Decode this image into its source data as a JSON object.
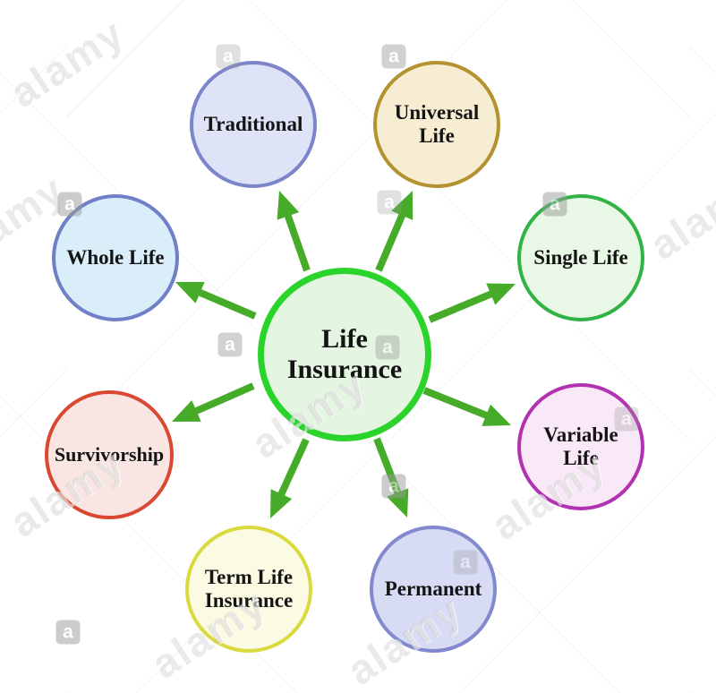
{
  "page": {
    "background": "#ffffff"
  },
  "diagram": {
    "title_node": {
      "id": "life-insurance",
      "label": "Life\nInsurance",
      "border_color": "#2bd42b",
      "fill_color": "#e4f5e2"
    },
    "nodes": [
      {
        "id": "traditional",
        "label": "Traditional",
        "border_color": "#7d85ca",
        "fill_color": "#dfe3f7"
      },
      {
        "id": "universal-life",
        "label": "Universal\nLife",
        "border_color": "#b3922f",
        "fill_color": "#f6edd3"
      },
      {
        "id": "single-life",
        "label": "Single Life",
        "border_color": "#2fb344",
        "fill_color": "#e9f7e6"
      },
      {
        "id": "variable-life",
        "label": "Variable\nLife",
        "border_color": "#b233b2",
        "fill_color": "#f9e8f7"
      },
      {
        "id": "permanent",
        "label": "Permanent",
        "border_color": "#8289ce",
        "fill_color": "#d7dbf4"
      },
      {
        "id": "term-life-insurance",
        "label": "Term Life\nInsurance",
        "border_color": "#d9d940",
        "fill_color": "#fbfae3"
      },
      {
        "id": "survivorship",
        "label": "Survivorship",
        "border_color": "#da4733",
        "fill_color": "#f9e6e3"
      },
      {
        "id": "whole-life",
        "label": "Whole Life",
        "border_color": "#7080c6",
        "fill_color": "#d9eef9"
      }
    ],
    "connections": [
      {
        "from": "life-insurance",
        "to": "traditional"
      },
      {
        "from": "life-insurance",
        "to": "universal-life"
      },
      {
        "from": "life-insurance",
        "to": "single-life"
      },
      {
        "from": "life-insurance",
        "to": "variable-life"
      },
      {
        "from": "life-insurance",
        "to": "permanent"
      },
      {
        "from": "life-insurance",
        "to": "term-life-insurance"
      },
      {
        "from": "life-insurance",
        "to": "survivorship"
      },
      {
        "from": "life-insurance",
        "to": "whole-life"
      }
    ],
    "arrow_color": "#46ab28",
    "text_color": "#141414"
  },
  "watermark": {
    "brand": "alamy",
    "letter": "a"
  }
}
